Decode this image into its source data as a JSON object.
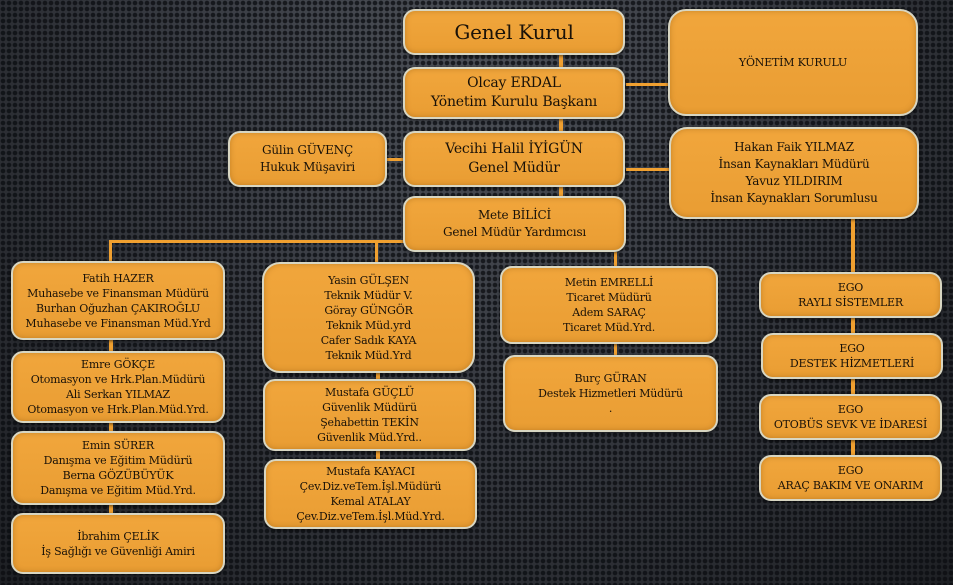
{
  "colors": {
    "box_fill": "#eca036",
    "box_border": "#d8d6c2",
    "connector": "#f0a030",
    "text": "#1a1208"
  },
  "nodes": {
    "genel_kurul": {
      "lines": [
        "Genel Kurul"
      ]
    },
    "yonetim_kurulu_baskani": {
      "lines": [
        "Olcay ERDAL",
        "Yönetim Kurulu Başkanı"
      ]
    },
    "yonetim_kurulu": {
      "lines": [
        "YÖNETİM KURULU"
      ]
    },
    "hukuk": {
      "lines": [
        "Gülin GÜVENÇ",
        "Hukuk Müşaviri"
      ]
    },
    "genel_mudur": {
      "lines": [
        "Vecihi Halil İYİGÜN",
        "Genel Müdür"
      ]
    },
    "insan_kaynaklari": {
      "lines": [
        "Hakan Faik YILMAZ",
        "İnsan Kaynakları Müdürü",
        "Yavuz YILDIRIM",
        "İnsan Kaynakları Sorumlusu"
      ]
    },
    "gm_yardimcisi": {
      "lines": [
        "Mete BİLİCİ",
        "Genel Müdür Yardımcısı"
      ]
    },
    "muhasebe": {
      "lines": [
        "Fatih HAZER",
        "Muhasebe ve Finansman Müdürü",
        "Burhan Oğuzhan ÇAKIROĞLU",
        "Muhasebe ve Finansman Müd.Yrd"
      ]
    },
    "otomasyon": {
      "lines": [
        "Emre GÖKÇE",
        "Otomasyon ve Hrk.Plan.Müdürü",
        "Ali Serkan YILMAZ",
        "Otomasyon ve Hrk.Plan.Müd.Yrd."
      ]
    },
    "danisma": {
      "lines": [
        "Emin SÜRER",
        "Danışma ve Eğitim Müdürü",
        "Berna GÖZÜBÜYÜK",
        "Danışma ve Eğitim Müd.Yrd."
      ]
    },
    "is_sagligi": {
      "lines": [
        "İbrahim ÇELİK",
        "İş Sağlığı ve Güvenliği Amiri"
      ]
    },
    "teknik": {
      "lines": [
        "Yasin GÜLŞEN",
        "Teknik Müdür V.",
        "Göray GÜNGÖR",
        "Teknik Müd.yrd",
        "Cafer Sadık KAYA",
        "Teknik Müd.Yrd"
      ]
    },
    "guvenlik": {
      "lines": [
        "Mustafa GÜÇLÜ",
        "Güvenlik Müdürü",
        "Şehabettin TEKİN",
        "Güvenlik Müd.Yrd.."
      ]
    },
    "cevre": {
      "lines": [
        "Mustafa KAYACI",
        "Çev.Diz.veTem.İşl.Müdürü",
        "Kemal ATALAY",
        "Çev.Diz.veTem.İşl.Müd.Yrd."
      ]
    },
    "ticaret": {
      "lines": [
        "Metin EMRELLİ",
        "Ticaret Müdürü",
        "Adem SARAÇ",
        "Ticaret Müd.Yrd."
      ]
    },
    "destek_mudur": {
      "lines": [
        "Burç GÜRAN",
        "Destek Hizmetleri Müdürü",
        "."
      ]
    },
    "ego_rayli": {
      "lines": [
        "EGO",
        "RAYLI SİSTEMLER"
      ]
    },
    "ego_destek": {
      "lines": [
        "EGO",
        "DESTEK HİZMETLERİ"
      ]
    },
    "ego_otobus": {
      "lines": [
        "EGO",
        "OTOBÜS SEVK VE İDARESİ"
      ]
    },
    "ego_arac": {
      "lines": [
        "EGO",
        "ARAÇ BAKIM VE ONARIM"
      ]
    }
  }
}
